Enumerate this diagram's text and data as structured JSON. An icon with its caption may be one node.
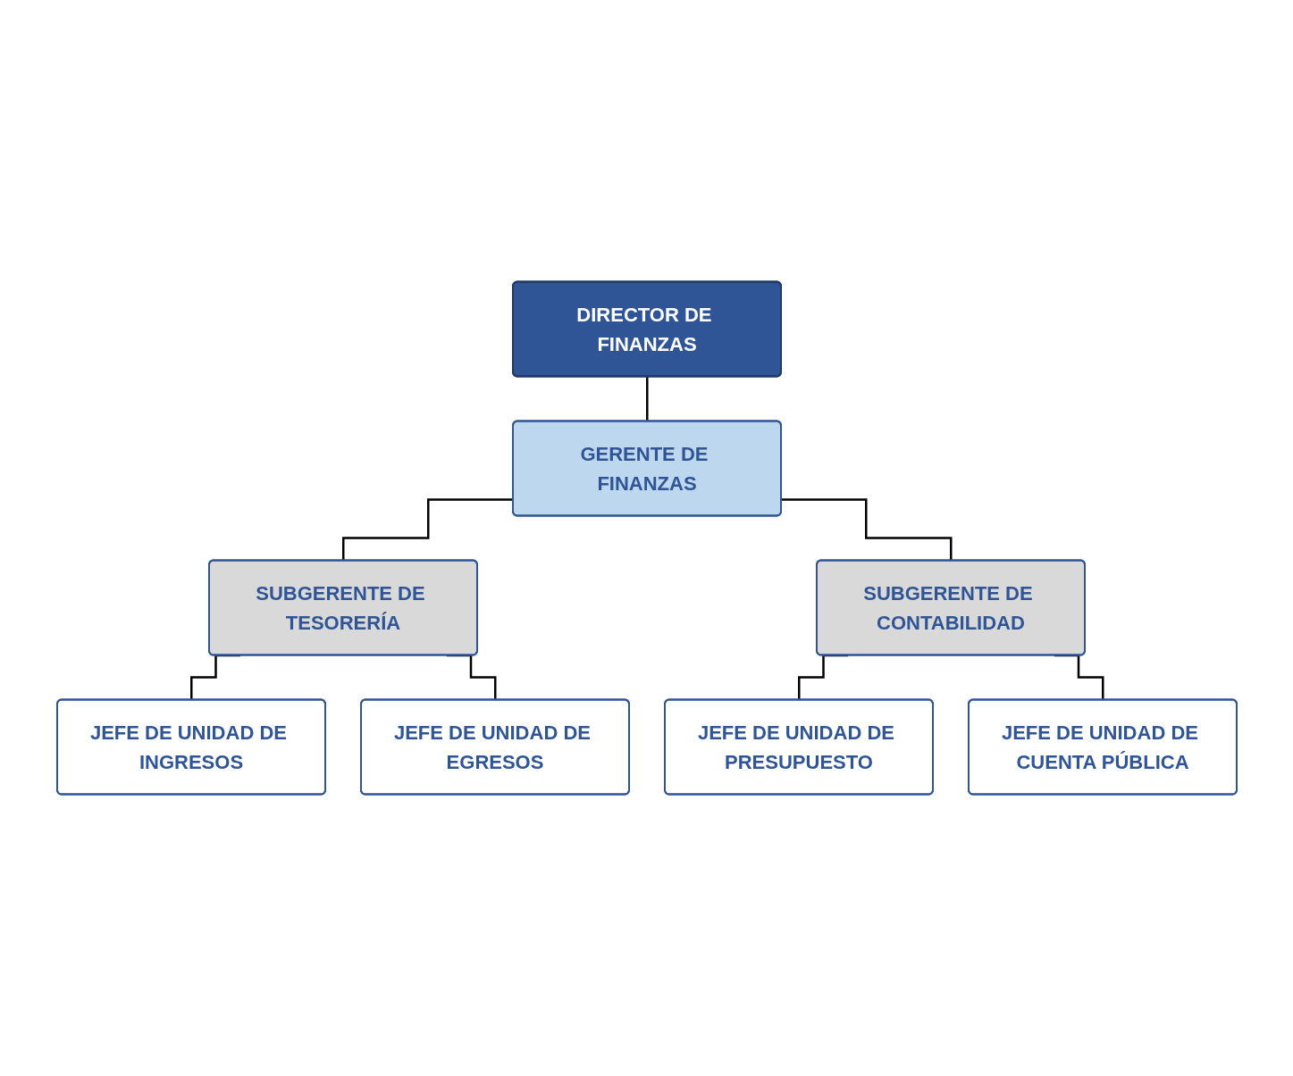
{
  "diagram": {
    "nodes": [
      {
        "text": [
          "DIRECTOR DE FINANZAS"
        ]
      },
      {
        "text": [
          "GERENTE DE FINANZAS"
        ]
      },
      {
        "text": [
          "SUBGERENTE DE TESORERÍA"
        ]
      },
      {
        "text": [
          "SUBGERENTE DE CONTABILIDAD"
        ]
      },
      {
        "text": [
          "JEFE DE UNIDAD DE INGRESOS"
        ]
      },
      {
        "text": [
          "JEFE DE UNIDAD DE EGRESOS"
        ]
      },
      {
        "text": [
          "JEFE DE UNIDAD DE PRESUPUESTO"
        ]
      },
      {
        "text": [
          "JEFE DE UNIDAD DE CUENTA PÚBLICA"
        ]
      }
    ],
    "edges": [
      {
        "from": 0,
        "to": 1,
        "arrow": "none"
      },
      {
        "from": 1,
        "to": 2,
        "arrow": "none"
      },
      {
        "from": 1,
        "to": 3,
        "arrow": "none"
      },
      {
        "from": 2,
        "to": 4,
        "arrow": "none"
      },
      {
        "from": 2,
        "to": 5,
        "arrow": "none"
      },
      {
        "from": 3,
        "to": 6,
        "arrow": "none"
      },
      {
        "from": 3,
        "to": 7,
        "arrow": "none"
      }
    ]
  }
}
